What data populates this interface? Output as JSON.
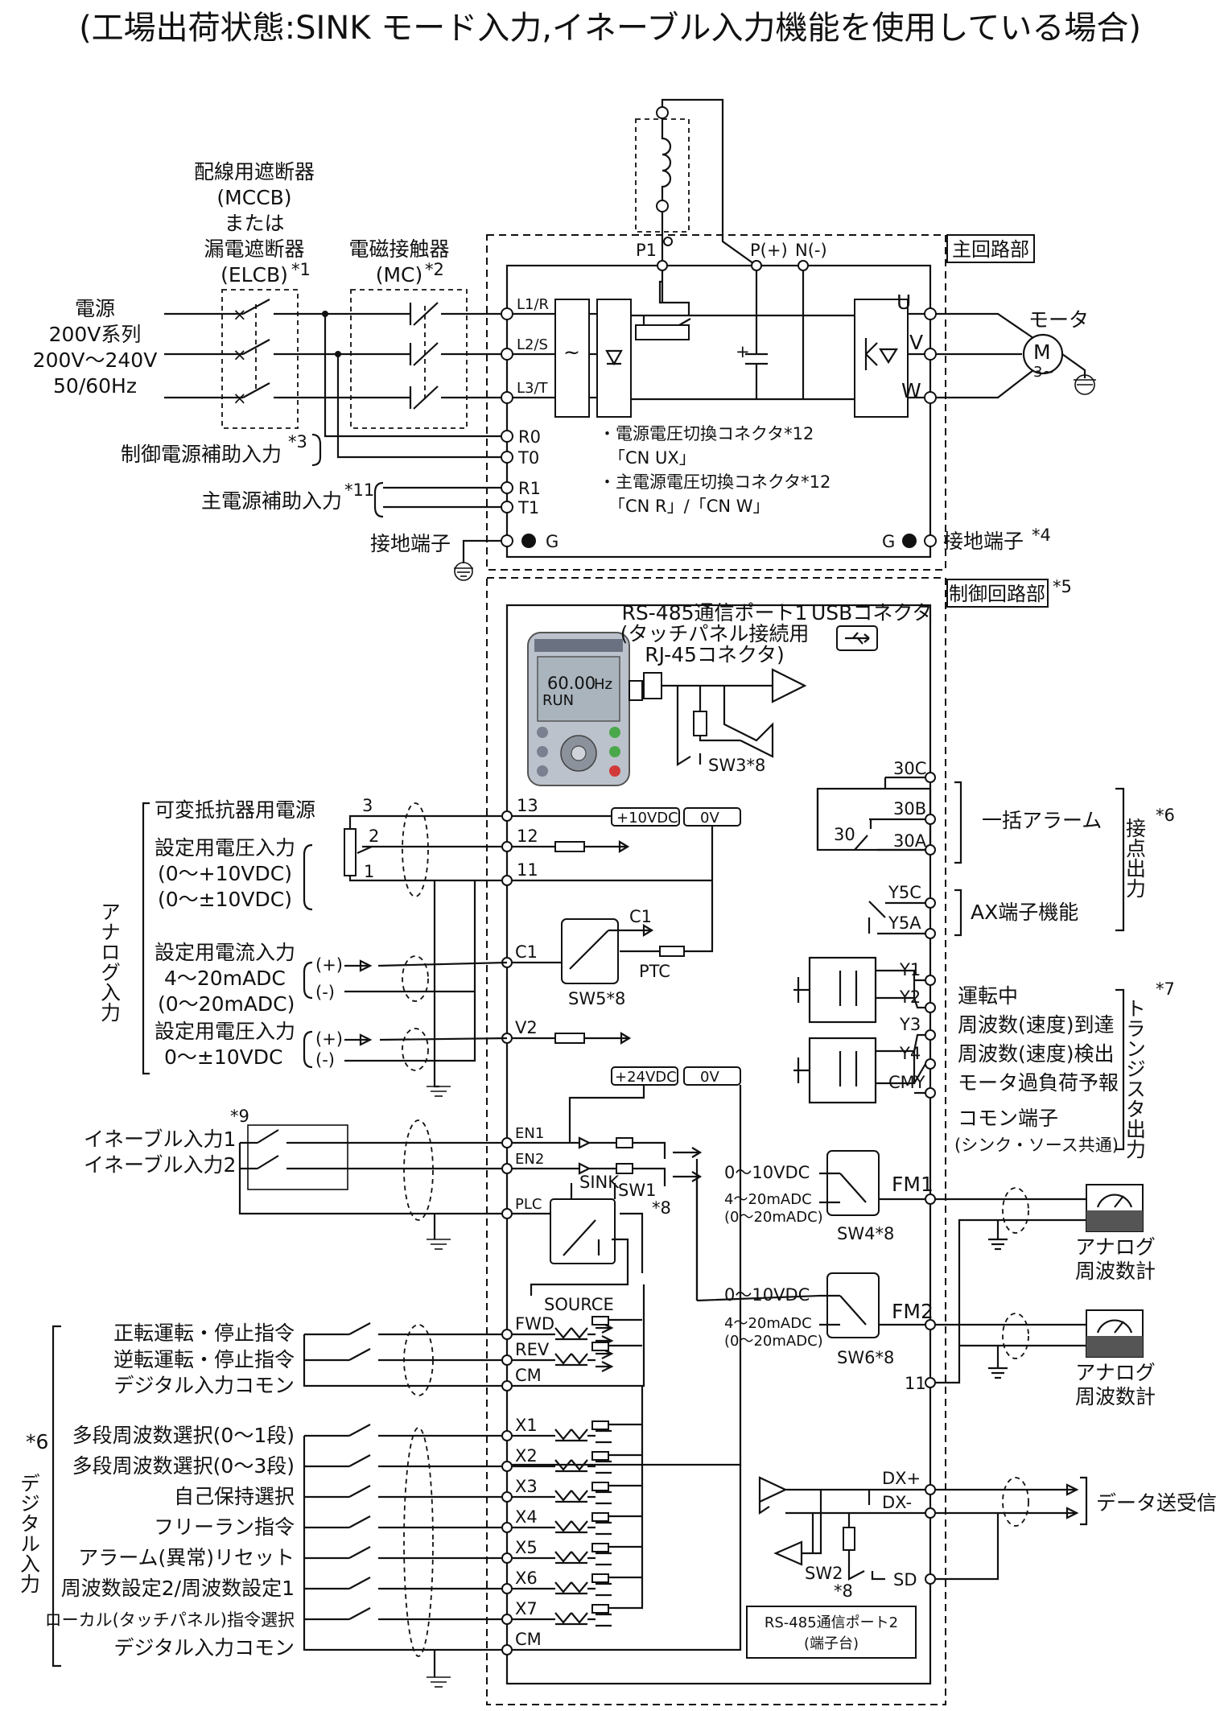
{
  "title": "(工場出荷状態:SINK モード入力,イネーブル入力機能を使用している場合)",
  "power": {
    "breaker_lines": [
      "配線用遮断器",
      "(MCCB)",
      "または",
      "漏電遮断器",
      "(ELCB)"
    ],
    "breaker_note": "*1",
    "contactor_lines": [
      "電磁接触器",
      "(MC)"
    ],
    "contactor_note": "*2",
    "source_lines": [
      "電源",
      "200V系列",
      "200V～240V",
      "50/60Hz"
    ],
    "ctrl_aux": "制御電源補助入力",
    "ctrl_aux_note": "*3",
    "main_aux": "主電源補助入力",
    "main_aux_note": "*11",
    "ground_left": "接地端子",
    "ground_right": "接地端子",
    "ground_right_note": "*4",
    "motor": "モータ",
    "motor_sym": "M",
    "motor_sub": "3~"
  },
  "main_circuit": {
    "label": "主回路部",
    "terminals_in": [
      "L1/R",
      "L2/S",
      "L3/T"
    ],
    "terminals_aux": [
      "R0",
      "T0",
      "R1",
      "T1"
    ],
    "terminals_top": [
      "P1",
      "P(+)",
      "N(-)"
    ],
    "terminals_out": [
      "U",
      "V",
      "W"
    ],
    "g": "G",
    "connector_notes": [
      "・電源電圧切換コネクタ*12",
      "「CN UX」",
      "・主電源電圧切換コネクタ*12",
      "「CN R」/「CN W」"
    ]
  },
  "control_circuit": {
    "label": "制御回路部",
    "note": "*5",
    "rs485_1": [
      "RS-485通信ポート1",
      "(タッチパネル接続用",
      "RJ-45コネクタ)"
    ],
    "usb": "USBコネクタ",
    "sw3": "SW3*8",
    "keypad_display": "60.00",
    "keypad_unit": "Hz",
    "keypad_status": "RUN"
  },
  "analog": {
    "group": "アナログ入力",
    "pot_supply": "可変抵抗器用電源",
    "volt_in_lines": [
      "設定用電圧入力",
      "(0～+10VDC)",
      "(0～±10VDC)"
    ],
    "curr_in_lines": [
      "設定用電流入力",
      "4～20mADC",
      "(0～20mADC)"
    ],
    "v2_in_lines": [
      "設定用電圧入力",
      "0～±10VDC"
    ],
    "pot_pins": [
      "3",
      "2",
      "1"
    ],
    "terminals": [
      "13",
      "12",
      "11",
      "C1",
      "V2"
    ],
    "plus10": "+10VDC",
    "zero_v": "0V",
    "c1": "C1",
    "ptc": "PTC",
    "sw5": "SW5*8",
    "plus": "(+)",
    "minus": "(-)"
  },
  "enable": {
    "note": "*9",
    "in1": "イネーブル入力1",
    "in2": "イネーブル入力2",
    "terminals": [
      "EN1",
      "EN2",
      "PLC"
    ],
    "plus24": "+24VDC",
    "zero_v": "0V",
    "sink": "SINK",
    "sw1": "SW1",
    "sw1_note": "*8",
    "source": "SOURCE"
  },
  "digital": {
    "group": "デジタル入力",
    "group_note": "*6",
    "items": [
      "正転運転・停止指令",
      "逆転運転・停止指令",
      "デジタル入力コモン",
      "多段周波数選択(0～1段)",
      "多段周波数選択(0～3段)",
      "自己保持選択",
      "フリーラン指令",
      "アラーム(異常)リセット",
      "周波数設定2/周波数設定1",
      "ローカル(タッチパネル)指令選択",
      "デジタル入力コモン"
    ],
    "terminals": [
      "FWD",
      "REV",
      "CM",
      "X1",
      "X2",
      "X3",
      "X4",
      "X5",
      "X6",
      "X7",
      "CM"
    ]
  },
  "relay": {
    "group": "接点出力",
    "group_note": "*6",
    "terminals": [
      "30C",
      "30B",
      "30A",
      "Y5C",
      "Y5A"
    ],
    "contact": "30",
    "alarm": "一括アラーム",
    "ax": "AX端子機能"
  },
  "transistor": {
    "group": "トランジスタ出力",
    "group_note": "*7",
    "terminals": [
      "Y1",
      "Y2",
      "Y3",
      "Y4",
      "CMY"
    ],
    "items": [
      "運転中",
      "周波数(速度)到達",
      "周波数(速度)検出",
      "モータ過負荷予報",
      "コモン端子",
      "(シンク・ソース共通)"
    ]
  },
  "meters": {
    "fm1": "FM1",
    "fm2": "FM2",
    "t11": "11",
    "ranges": [
      "0～10VDC",
      "4～20mADC",
      "(0～20mADC)"
    ],
    "sw4": "SW4*8",
    "sw6": "SW6*8",
    "meter_lines": [
      "アナログ",
      "周波数計"
    ]
  },
  "comm": {
    "dxp": "DX+",
    "dxm": "DX-",
    "sd": "SD",
    "data": "データ送受信",
    "sw2": "SW2",
    "sw2_note": "*8",
    "port2": [
      "RS-485通信ポート2",
      "(端子台)"
    ]
  }
}
